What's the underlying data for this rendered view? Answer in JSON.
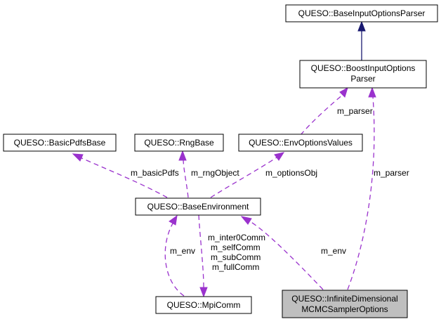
{
  "nodes": {
    "base_input_options_parser": "QUESO::BaseInputOptionsParser",
    "boost_input_options_parser": [
      "QUESO::BoostInputOptions",
      "Parser"
    ],
    "basic_pdfs_base": "QUESO::BasicPdfsBase",
    "rng_base": "QUESO::RngBase",
    "env_options_values": "QUESO::EnvOptionsValues",
    "base_environment": "QUESO::BaseEnvironment",
    "mpi_comm": "QUESO::MpiComm",
    "infinite_dimensional_options": [
      "QUESO::InfiniteDimensional",
      "MCMCSamplerOptions"
    ]
  },
  "edge_labels": {
    "env_parser": "m_parser",
    "options_parser": "m_parser",
    "basic_pdfs": "m_basicPdfs",
    "rng_object": "m_rngObject",
    "options_obj": "m_optionsObj",
    "mpi_env": "m_env",
    "options_env": "m_env",
    "comms": [
      "m_inter0Comm",
      "m_selfComm",
      "m_subComm",
      "m_fullComm"
    ]
  },
  "colors": {
    "dependency": "#9a32cd",
    "inheritance": "#191970",
    "focus_fill": "#bfbfbf"
  }
}
